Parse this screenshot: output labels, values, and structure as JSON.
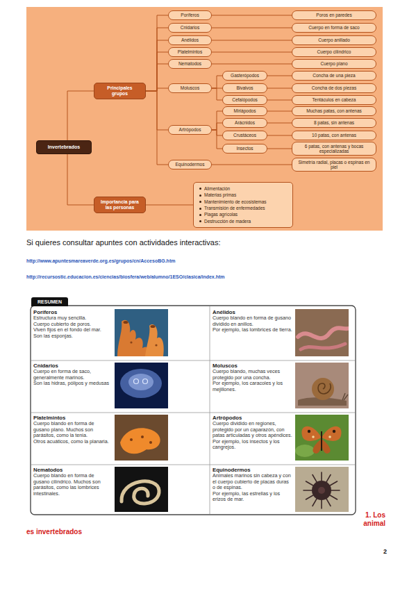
{
  "diagram": {
    "nodes": [
      {
        "text": [
          "Invertebrados"
        ]
      },
      {
        "text": [
          "Principales grupos"
        ]
      },
      {
        "text": [
          "Importancia para las personas"
        ]
      },
      {
        "text": [
          "Poríferos"
        ]
      },
      {
        "text": [
          "Cnidarios"
        ]
      },
      {
        "text": [
          "Anélidos"
        ]
      },
      {
        "text": [
          "Platelmintos"
        ]
      },
      {
        "text": [
          "Nematodos"
        ]
      },
      {
        "text": [
          "Moluscos"
        ]
      },
      {
        "text": [
          "Artrópodos"
        ]
      },
      {
        "text": [
          "Equinodermos"
        ]
      },
      {
        "text": [
          "Gasterópodos"
        ]
      },
      {
        "text": [
          "Bivalvos"
        ]
      },
      {
        "text": [
          "Cefalópodos"
        ]
      },
      {
        "text": [
          "Miriápodos"
        ]
      },
      {
        "text": [
          "Arácnidos"
        ]
      },
      {
        "text": [
          "Crustáceos"
        ]
      },
      {
        "text": [
          "Insectos"
        ]
      },
      {
        "text": [
          "Poros en paredes"
        ]
      },
      {
        "text": [
          "Cuerpo en forma de saco"
        ]
      },
      {
        "text": [
          "Cuerpo anillado"
        ]
      },
      {
        "text": [
          "Cuerpo cilíndrico"
        ]
      },
      {
        "text": [
          "Cuerpo plano"
        ]
      },
      {
        "text": [
          "Concha de una pieza"
        ]
      },
      {
        "text": [
          "Concha de dos piezas"
        ]
      },
      {
        "text": [
          "Tentáculos en cabeza"
        ]
      },
      {
        "text": [
          "Muchas patas, con antenas"
        ]
      },
      {
        "text": [
          "8 patas, sin antenas"
        ]
      },
      {
        "text": [
          "10 patas, con antenas"
        ]
      },
      {
        "text": [
          "6 patas, con antenas y bocas especializadas"
        ]
      },
      {
        "text": [
          "Simetría radial, placas o espinas en piel"
        ]
      },
      {
        "text": [
          "Alimentación",
          "Materias primas",
          "Mantenimiento de ecosistemas",
          "Transmisión de enfermedades",
          "Plagas agrícolas",
          "Destrucción de madera"
        ]
      },
      {
        "text": [
          "RESUMEN"
        ]
      },
      {
        "text": [
          "Poríferos",
          "Estructura muy sencilla.",
          "Cuerpo cubierto de poros.",
          "Viven fijos en el fondo del mar.",
          "Son las esponjas."
        ],
        "in": 32
      },
      {
        "text": [
          "Anélidos",
          "Cuerpo blando en forma de gusano dividido en anillos.",
          "Por ejemplo, las lombrices de tierra."
        ],
        "in": 32
      },
      {
        "text": [
          "Cnidarios",
          "Cuerpo en forma de saco, generalmente marinos.",
          "Son las hidras, pólipos y medusas"
        ],
        "in": 32
      },
      {
        "text": [
          "Moluscos",
          "Cuerpo blando, muchas veces protegido por una concha.",
          "Por ejemplo, los caracoles y los mejillones."
        ],
        "in": 32
      },
      {
        "text": [
          "Platelmintos",
          "Cuerpo blando en forma de gusano plano. Muchos son parásitos, como la tenia.",
          "Otros acuáticos, como la planaria."
        ],
        "in": 32
      },
      {
        "text": [
          "Artrópodos",
          "Cuerpo dividido en regiones, protegido por un caparazón, con patas articuladas y otros apéndices.",
          "Por ejemplo, los insectos y los cangrejos."
        ],
        "in": 32
      },
      {
        "text": [
          "Nematodos",
          "Cuerpo blando en forma de gusano cilíndrico. Muchos son parásitos, como las lombrices intestinales."
        ],
        "in": 32
      },
      {
        "text": [
          "Equinodermos",
          "Animales marinos sin cabeza y con el cuerpo cubierto de placas duras o de espinas.",
          "Por ejemplo, las estrellas y los erizos de mar."
        ],
        "in": 32
      }
    ],
    "edges": [
      {
        "from": 0,
        "to": 1,
        "arrow": "none"
      },
      {
        "from": 0,
        "to": 2,
        "arrow": "none"
      },
      {
        "from": 1,
        "to": 3,
        "arrow": "none"
      },
      {
        "from": 1,
        "to": 4,
        "arrow": "none"
      },
      {
        "from": 1,
        "to": 5,
        "arrow": "none"
      },
      {
        "from": 1,
        "to": 6,
        "arrow": "none"
      },
      {
        "from": 1,
        "to": 7,
        "arrow": "none"
      },
      {
        "from": 1,
        "to": 8,
        "arrow": "none"
      },
      {
        "from": 1,
        "to": 9,
        "arrow": "none"
      },
      {
        "from": 1,
        "to": 10,
        "arrow": "none"
      },
      {
        "from": 8,
        "to": 11,
        "arrow": "none"
      },
      {
        "from": 8,
        "to": 12,
        "arrow": "none"
      },
      {
        "from": 8,
        "to": 13,
        "arrow": "none"
      },
      {
        "from": 9,
        "to": 14,
        "arrow": "none"
      },
      {
        "from": 9,
        "to": 15,
        "arrow": "none"
      },
      {
        "from": 9,
        "to": 16,
        "arrow": "none"
      },
      {
        "from": 9,
        "to": 17,
        "arrow": "none"
      },
      {
        "from": 3,
        "to": 18,
        "arrow": "none"
      },
      {
        "from": 4,
        "to": 19,
        "arrow": "none"
      },
      {
        "from": 5,
        "to": 20,
        "arrow": "none"
      },
      {
        "from": 6,
        "to": 21,
        "arrow": "none"
      },
      {
        "from": 7,
        "to": 22,
        "arrow": "none"
      },
      {
        "from": 11,
        "to": 23,
        "arrow": "none"
      },
      {
        "from": 12,
        "to": 24,
        "arrow": "none"
      },
      {
        "from": 13,
        "to": 25,
        "arrow": "none"
      },
      {
        "from": 14,
        "to": 26,
        "arrow": "none"
      },
      {
        "from": 15,
        "to": 27,
        "arrow": "none"
      },
      {
        "from": 16,
        "to": 28,
        "arrow": "none"
      },
      {
        "from": 17,
        "to": 29,
        "arrow": "none"
      },
      {
        "from": 10,
        "to": 30,
        "arrow": "none"
      },
      {
        "from": 2,
        "to": 31,
        "arrow": "none"
      }
    ],
    "labels": [
      "Si quieres consultar apuntes con actividades interactivas:",
      "http://www.apuntesmareaverde.org.es/grupos/cn/AccesoBG.htm",
      "http://recursostic.educacion.es/ciencias/biosfera/web/alumno/1ESO/clasica/index.htm",
      "1. Los animal es invertebrados",
      "2"
    ]
  }
}
